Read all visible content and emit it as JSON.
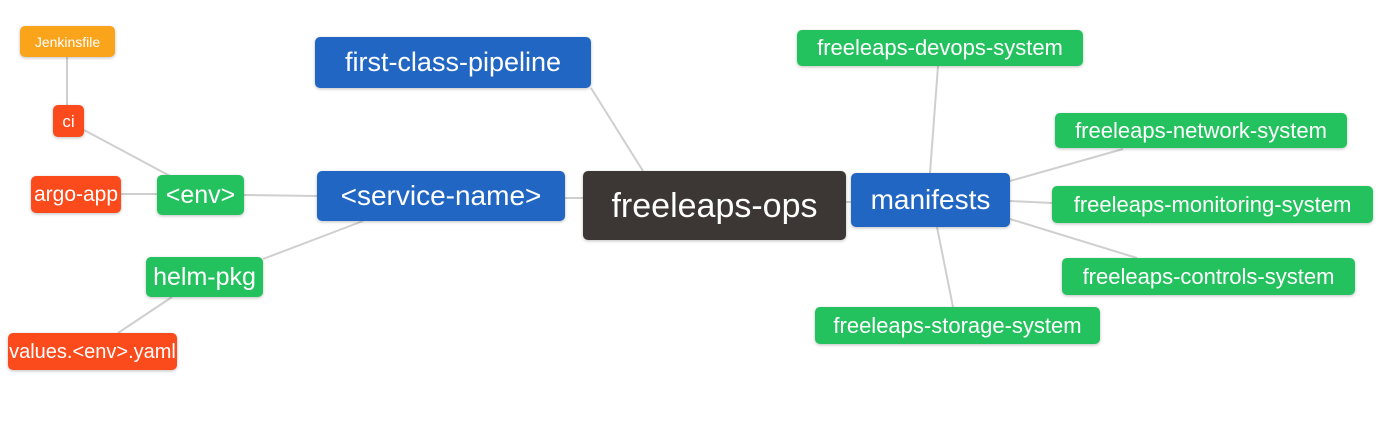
{
  "diagram": {
    "type": "mindmap",
    "root_label": "freeleaps-ops"
  },
  "colors": {
    "orange": "#FAA41C",
    "red": "#FB4A1C",
    "green": "#24C25E",
    "blue": "#2266C3",
    "dark": "#3C3734",
    "edge": "#CFCFCF",
    "text": "#FFFFFF",
    "background": "#FFFFFF"
  },
  "nodes": [
    {
      "id": "jenkinsfile",
      "label": "Jenkinsfile",
      "color": "orange"
    },
    {
      "id": "ci",
      "label": "ci",
      "color": "red"
    },
    {
      "id": "argo-app",
      "label": "argo-app",
      "color": "red"
    },
    {
      "id": "env",
      "label": "<env>",
      "color": "green"
    },
    {
      "id": "helm-pkg",
      "label": "helm-pkg",
      "color": "green"
    },
    {
      "id": "values-env-yaml",
      "label": "values.<env>.yaml",
      "color": "red"
    },
    {
      "id": "first-class-pipeline",
      "label": "first-class-pipeline",
      "color": "blue"
    },
    {
      "id": "service-name",
      "label": "<service-name>",
      "color": "blue"
    },
    {
      "id": "freeleaps-ops",
      "label": "freeleaps-ops",
      "color": "dark"
    },
    {
      "id": "manifests",
      "label": "manifests",
      "color": "blue"
    },
    {
      "id": "devops-system",
      "label": "freeleaps-devops-system",
      "color": "green"
    },
    {
      "id": "network-system",
      "label": "freeleaps-network-system",
      "color": "green"
    },
    {
      "id": "monitoring-system",
      "label": "freeleaps-monitoring-system",
      "color": "green"
    },
    {
      "id": "controls-system",
      "label": "freeleaps-controls-system",
      "color": "green"
    },
    {
      "id": "storage-system",
      "label": "freeleaps-storage-system",
      "color": "green"
    }
  ],
  "edges": [
    {
      "from": "jenkinsfile",
      "to": "ci"
    },
    {
      "from": "ci",
      "to": "env"
    },
    {
      "from": "argo-app",
      "to": "env"
    },
    {
      "from": "env",
      "to": "service-name"
    },
    {
      "from": "helm-pkg",
      "to": "service-name"
    },
    {
      "from": "values-env-yaml",
      "to": "helm-pkg"
    },
    {
      "from": "first-class-pipeline",
      "to": "freeleaps-ops"
    },
    {
      "from": "service-name",
      "to": "freeleaps-ops"
    },
    {
      "from": "freeleaps-ops",
      "to": "manifests"
    },
    {
      "from": "manifests",
      "to": "devops-system"
    },
    {
      "from": "manifests",
      "to": "network-system"
    },
    {
      "from": "manifests",
      "to": "monitoring-system"
    },
    {
      "from": "manifests",
      "to": "controls-system"
    },
    {
      "from": "manifests",
      "to": "storage-system"
    }
  ]
}
